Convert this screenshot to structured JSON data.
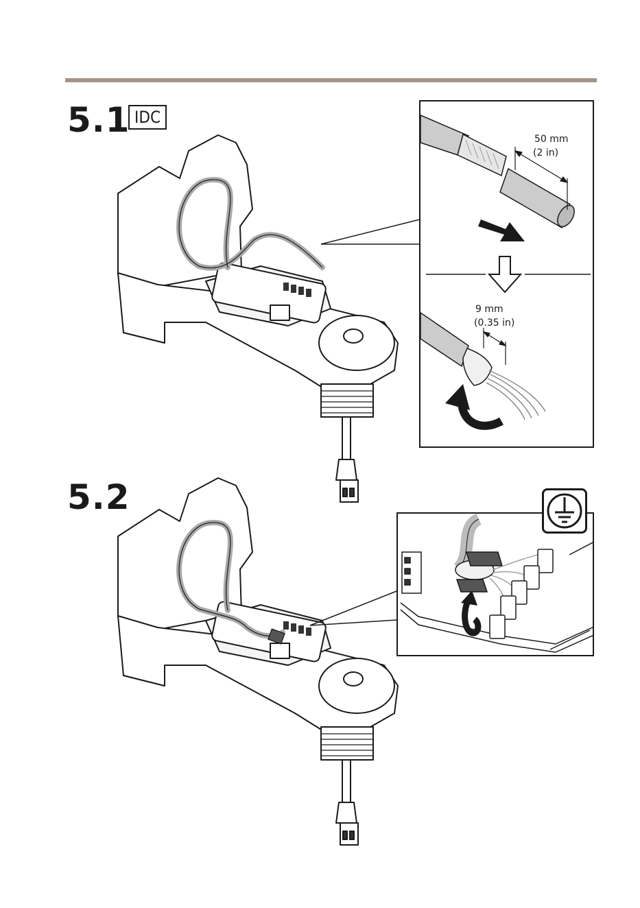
{
  "header": {
    "rule_color": "#a89484"
  },
  "steps": [
    {
      "number": "5.1",
      "badge": "IDC"
    },
    {
      "number": "5.2"
    }
  ],
  "detail_5_1": {
    "strip_length": "50 mm",
    "strip_length_in": "(2 in)",
    "strip_short": "9 mm",
    "strip_short_in": "(0.35 in)"
  },
  "icons": {
    "ground": "protective-earth-icon",
    "arrow_down": "down-arrow-outline-icon",
    "arrow_push": "push-arrow-icon",
    "arrow_twist": "twist-arrow-icon",
    "arrow_rotate": "rotate-arrow-icon"
  }
}
